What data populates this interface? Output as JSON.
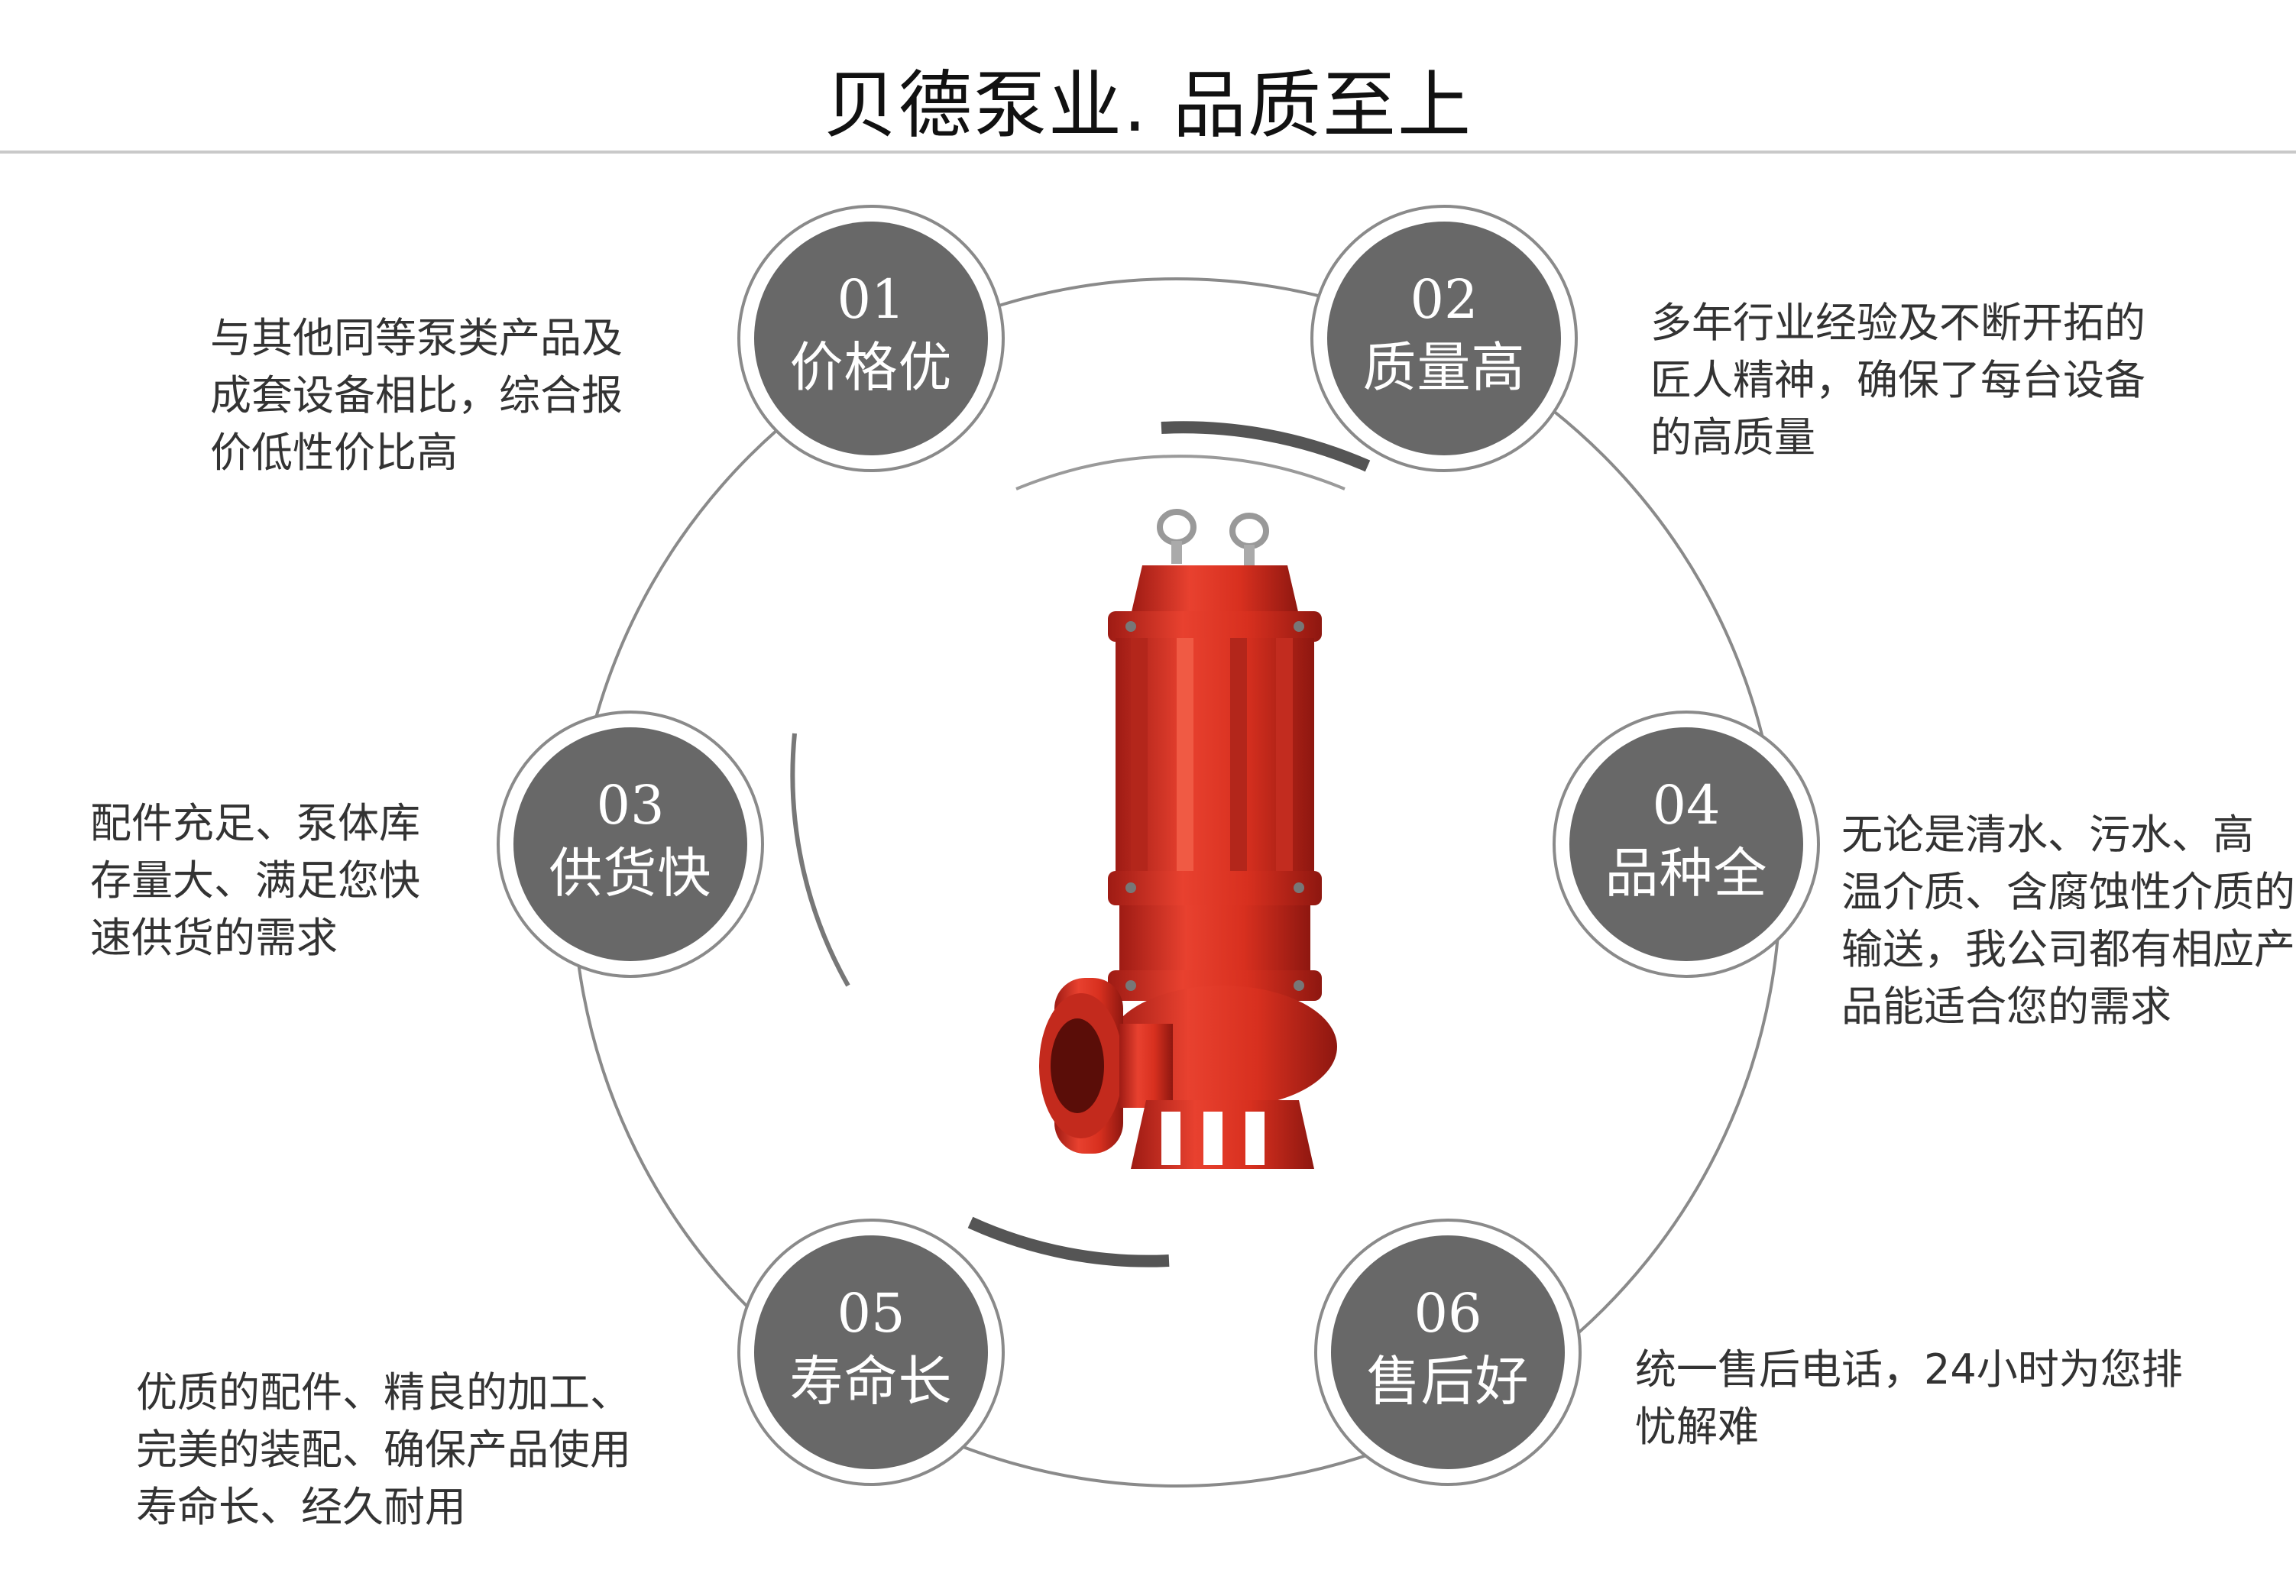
{
  "header": {
    "title": "贝德泵业. 品质至上"
  },
  "features": [
    {
      "number": "01",
      "label": "价格优",
      "lines": [
        "与其他同等泵类产品及",
        "成套设备相比，综合报",
        "价低性价比高"
      ]
    },
    {
      "number": "02",
      "label": "质量高",
      "lines": [
        "多年行业经验及不断开拓的",
        "匠人精神，确保了每台设备",
        "的高质量"
      ]
    },
    {
      "number": "03",
      "label": "供货快",
      "lines": [
        "配件充足、泵体库",
        "存量大、满足您快",
        "速供货的需求"
      ]
    },
    {
      "number": "04",
      "label": "品种全",
      "lines": [
        "无论是清水、污水、高",
        "温介质、含腐蚀性介质的",
        "输送，我公司都有相应产",
        "品能适合您的需求"
      ]
    },
    {
      "number": "05",
      "label": "寿命长",
      "lines": [
        "优质的配件、精良的加工、",
        "完美的装配、确保产品使用",
        "寿命长、经久耐用"
      ]
    },
    {
      "number": "06",
      "label": "售后好",
      "lines": [
        "统一售后电话，24小时为您排",
        "忧解难"
      ]
    }
  ],
  "colors": {
    "badge_fill": "#686868",
    "pump_red": "#e0372b",
    "ring": "#8a8a8a"
  },
  "image": {
    "subject": "red-submersible-pump"
  }
}
